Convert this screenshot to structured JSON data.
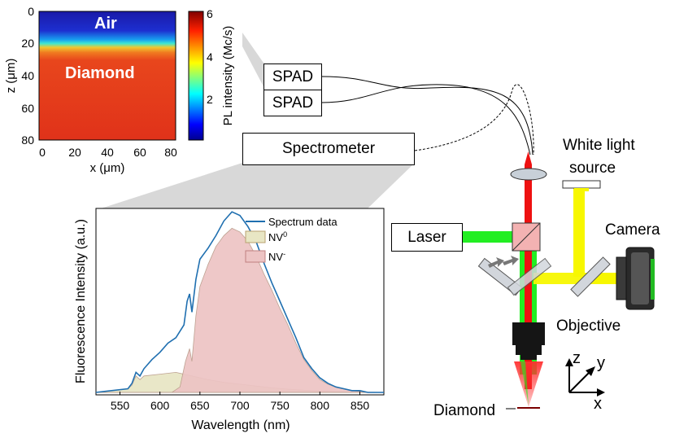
{
  "heatmap": {
    "air_label": "Air",
    "diamond_label": "Diamond",
    "y_axis_title": "z (μm)",
    "x_axis_title": "x (μm)",
    "y_ticks": [
      "0",
      "20",
      "40",
      "60",
      "80"
    ],
    "x_ticks": [
      "0",
      "20",
      "40",
      "60",
      "80"
    ],
    "colorbar_title": "PL intensity (Mc/s)",
    "colorbar_ticks": [
      "2",
      "4",
      "6"
    ],
    "colors": {
      "air": "#1414a0",
      "interface": "#10c8e0",
      "diamond": "#e0301a"
    }
  },
  "detectors": {
    "spad_1": "SPAD",
    "spad_2": "SPAD",
    "spectrometer": "Spectrometer"
  },
  "optics": {
    "laser_label": "Laser",
    "white_light_label_1": "White light",
    "white_light_label_2": "source",
    "camera_label": "Camera",
    "objective_label": "Objective",
    "diamond_label": "Diamond",
    "axis_z": "z",
    "axis_y": "y",
    "axis_x": "x",
    "colors": {
      "green": "#22ee22",
      "red": "#ee1111",
      "yellow": "#f7f700"
    }
  },
  "chart_data": {
    "type": "area",
    "xlabel": "Wavelength (nm)",
    "ylabel": "Fluorescence Intensity (a.u.)",
    "xlim": [
      520,
      880
    ],
    "ylim": [
      0,
      1
    ],
    "x_ticks": [
      550,
      600,
      650,
      700,
      750,
      800,
      850
    ],
    "legend_position": "top-right",
    "series": [
      {
        "name": "Spectrum data",
        "color": "#1f6fb0",
        "style": "line",
        "x": [
          520,
          560,
          565,
          570,
          575,
          580,
          590,
          600,
          610,
          620,
          630,
          634,
          637,
          640,
          645,
          650,
          660,
          670,
          680,
          690,
          700,
          710,
          720,
          730,
          740,
          750,
          760,
          770,
          780,
          790,
          800,
          810,
          820,
          830,
          840,
          850,
          860,
          880
        ],
        "y": [
          0.0,
          0.02,
          0.05,
          0.11,
          0.09,
          0.13,
          0.18,
          0.22,
          0.27,
          0.3,
          0.37,
          0.5,
          0.54,
          0.44,
          0.62,
          0.73,
          0.79,
          0.86,
          0.94,
          0.99,
          0.97,
          0.91,
          0.83,
          0.71,
          0.6,
          0.5,
          0.4,
          0.3,
          0.19,
          0.13,
          0.08,
          0.05,
          0.03,
          0.02,
          0.01,
          0.01,
          0.0,
          0.0
        ]
      },
      {
        "name": "NV0",
        "color": "#e8e6c4",
        "style": "area",
        "x": [
          520,
          560,
          565,
          570,
          575,
          580,
          600,
          620,
          640,
          660,
          680,
          700,
          720,
          740,
          760,
          780,
          800,
          820,
          850,
          880
        ],
        "y": [
          0.0,
          0.02,
          0.04,
          0.09,
          0.07,
          0.09,
          0.1,
          0.11,
          0.09,
          0.07,
          0.055,
          0.045,
          0.035,
          0.025,
          0.018,
          0.012,
          0.008,
          0.004,
          0.001,
          0.0
        ]
      },
      {
        "name": "NV-",
        "color": "#edc4c4",
        "style": "area",
        "x": [
          520,
          615,
          625,
          632,
          637,
          640,
          645,
          650,
          660,
          670,
          680,
          690,
          700,
          710,
          720,
          730,
          740,
          750,
          760,
          770,
          780,
          790,
          800,
          810,
          820,
          830,
          840,
          850,
          860,
          880
        ],
        "y": [
          0.0,
          0.0,
          0.03,
          0.17,
          0.24,
          0.17,
          0.42,
          0.58,
          0.7,
          0.8,
          0.86,
          0.9,
          0.88,
          0.83,
          0.75,
          0.65,
          0.56,
          0.46,
          0.37,
          0.27,
          0.18,
          0.12,
          0.07,
          0.045,
          0.028,
          0.018,
          0.01,
          0.005,
          0.002,
          0.0
        ]
      }
    ]
  }
}
